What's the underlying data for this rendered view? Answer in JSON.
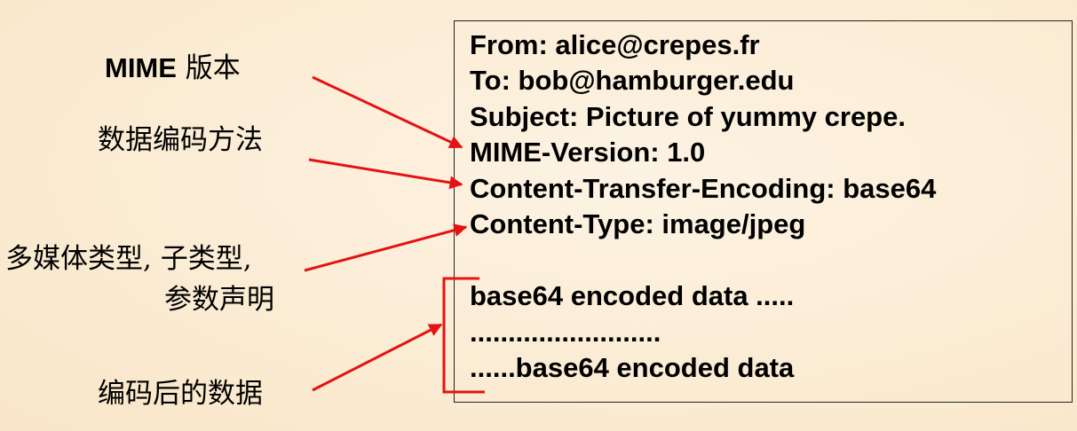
{
  "email": {
    "lines": [
      "From: alice@crepes.fr",
      "To: bob@hamburger.edu",
      "Subject: Picture of yummy crepe.",
      "MIME-Version: 1.0",
      "Content-Transfer-Encoding: base64",
      "Content-Type: image/jpeg",
      "base64 encoded data .....",
      ".........................",
      "......base64 encoded data"
    ]
  },
  "labels": {
    "mime_version_latin": "MIME",
    "mime_version_cjk": " 版本",
    "encoding_method": "数据编码方法",
    "media_type_line1": "多媒体类型, 子类型,",
    "media_type_line2": "参数声明",
    "encoded_data": "编码后的数据"
  },
  "colors": {
    "arrow": "#e31313",
    "text": "#000000",
    "border": "#222222"
  }
}
